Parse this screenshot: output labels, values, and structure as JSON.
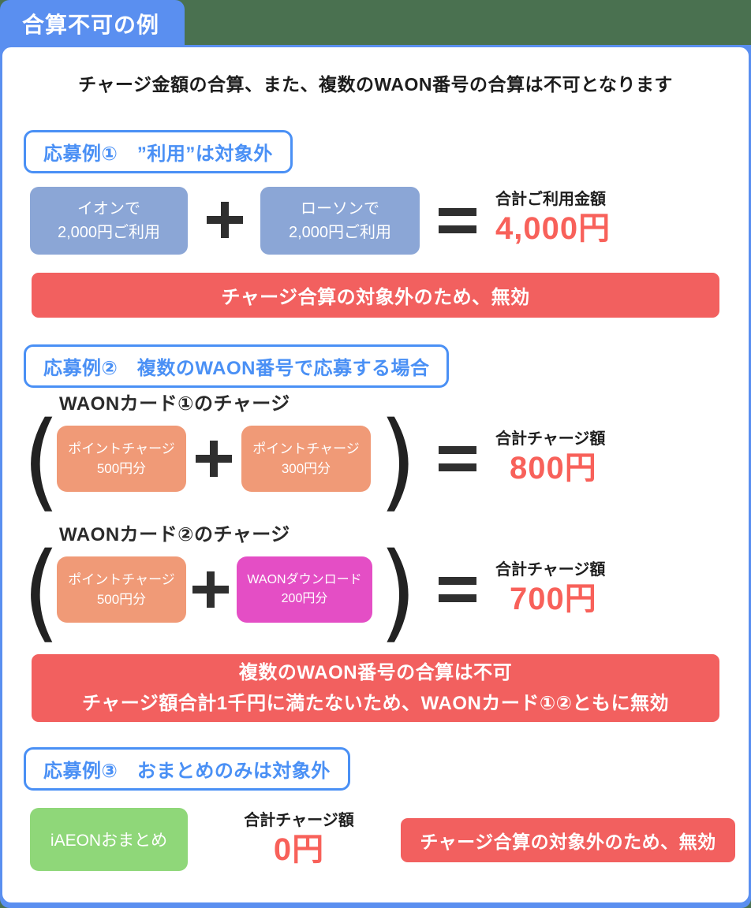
{
  "header": {
    "tab_title": "合算不可の例"
  },
  "intro": {
    "title": "チャージ金額の合算、また、複数のWAON番号の合算は不可となります"
  },
  "icons": {
    "plus": "plus-icon",
    "equals": "equals-icon"
  },
  "symbols": {
    "paren_open": "(",
    "paren_close": ")"
  },
  "colors": {
    "accent_blue": "#5a8ff0",
    "label_blue": "#4a90f5",
    "banner_red": "#f2605f",
    "value_red": "#f8615a",
    "steel_box": "#8ba6d6",
    "orange_box": "#f09a77",
    "magenta_box": "#e44ec5",
    "green_box": "#8fd779",
    "page_background": "#4a7150"
  },
  "example1": {
    "label": "応募例①　”利用”は対象外",
    "item1": {
      "line1": "イオンで",
      "line2": "2,000円ご利用"
    },
    "item2": {
      "line1": "ローソンで",
      "line2": "2,000円ご利用"
    },
    "total_label": "合計ご利用金額",
    "total_value": "4,000円",
    "banner": "チャージ合算の対象外のため、無効"
  },
  "example2": {
    "label": "応募例②　複数のWAON番号で応募する場合",
    "card1": {
      "heading": "WAONカード①のチャージ",
      "item1": {
        "line1": "ポイントチャージ",
        "line2": "500円分"
      },
      "item2": {
        "line1": "ポイントチャージ",
        "line2": "300円分"
      },
      "total_label": "合計チャージ額",
      "total_value": "800円"
    },
    "card2": {
      "heading": "WAONカード②のチャージ",
      "item1": {
        "line1": "ポイントチャージ",
        "line2": "500円分"
      },
      "item2": {
        "line1": "WAONダウンロード",
        "line2": "200円分"
      },
      "total_label": "合計チャージ額",
      "total_value": "700円"
    },
    "banner_line1": "複数のWAON番号の合算は不可",
    "banner_line2": "チャージ額合計1千円に満たないため、WAONカード①②ともに無効"
  },
  "example3": {
    "label": "応募例③　おまとめのみは対象外",
    "item": "iAEONおまとめ",
    "total_label": "合計チャージ額",
    "total_value": "0円",
    "banner": "チャージ合算の対象外のため、無効"
  }
}
